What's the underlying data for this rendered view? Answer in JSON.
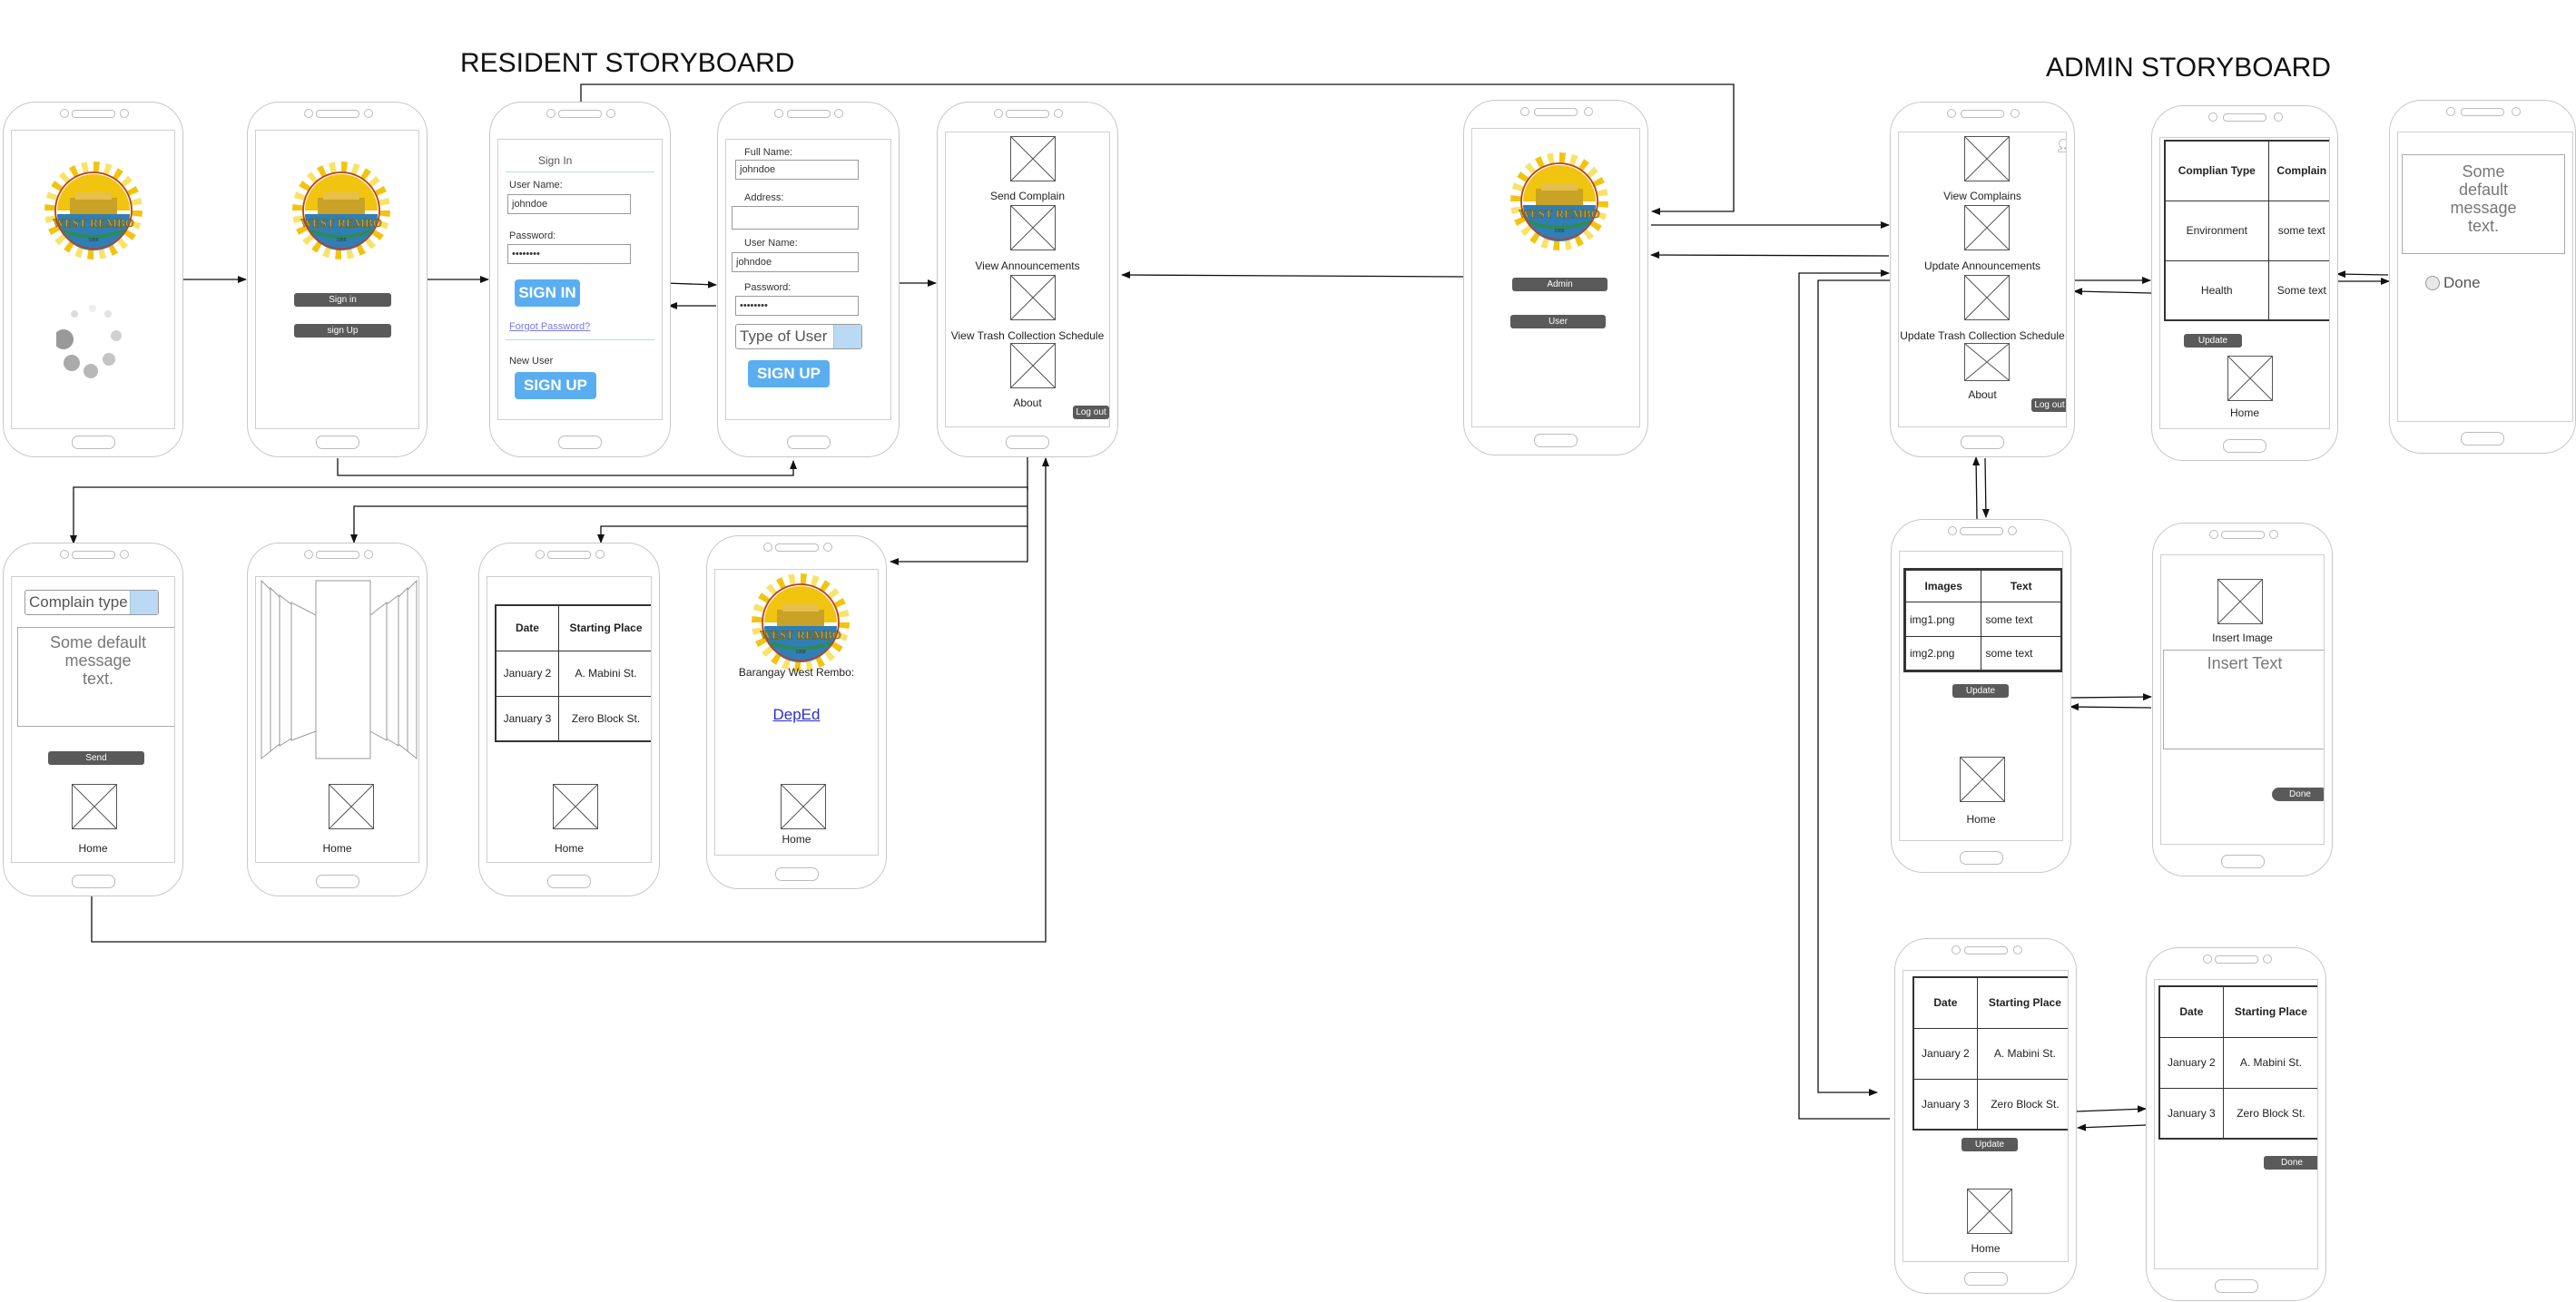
{
  "titles": {
    "resident": "RESIDENT STORYBOARD",
    "admin": "ADMIN STORYBOARD"
  },
  "logo": {
    "text": "WEST REMBO",
    "year": "1958",
    "colors": {
      "sun": "#f1c40f",
      "ring": "#f7e36a",
      "blue": "#2f7fb5",
      "gold": "#c9a227",
      "green": "#2e8b57",
      "red": "#c0392b"
    }
  },
  "resident": {
    "splash": {},
    "start": {
      "signin": "Sign in",
      "signup": "sign Up"
    },
    "signin": {
      "title": "Sign In",
      "user_label": "User Name:",
      "user_value": "johndoe",
      "pass_label": "Password:",
      "pass_value": "••••••••",
      "button": "SIGN IN",
      "forgot": "Forgot Password?",
      "new_user": "New User",
      "signup_button": "SIGN UP"
    },
    "signup": {
      "fullname_label": "Full Name:",
      "fullname_value": "johndoe",
      "address_label": "Address:",
      "user_label": "User Name:",
      "user_value": "johndoe",
      "pass_label": "Password:",
      "pass_value": "••••••••",
      "type_select": "Type of User",
      "button": "SIGN UP"
    },
    "menu": {
      "items": [
        "Send Complain",
        "View Announcements",
        "View Trash Collection Schedule",
        "About"
      ],
      "logout": "Log out"
    },
    "complain": {
      "select": "Complain type",
      "message": "Some default message text.",
      "send": "Send",
      "home": "Home"
    },
    "announcements": {
      "home": "Home"
    },
    "schedule": {
      "headers": [
        "Date",
        "Starting Place"
      ],
      "rows": [
        [
          "January 2",
          "A. Mabini St."
        ],
        [
          "January 3",
          "Zero Block St."
        ]
      ],
      "home": "Home"
    },
    "about": {
      "barangay": "Barangay West Rembo:",
      "link": "DepEd",
      "home": "Home"
    }
  },
  "admin": {
    "role": {
      "admin": "Admin",
      "user": "User"
    },
    "menu": {
      "items": [
        "View Complains",
        "Update Announcements",
        "Update Trash Collection Schedule",
        "About"
      ],
      "logout": "Log out"
    },
    "complains": {
      "headers": [
        "Complian Type",
        "Complain"
      ],
      "rows": [
        [
          "Environment",
          "some text"
        ],
        [
          "Health",
          "Some text"
        ]
      ],
      "update": "Update",
      "home": "Home"
    },
    "reply": {
      "message": "Some default message text.",
      "done": "Done"
    },
    "announce_list": {
      "headers": [
        "Images",
        "Text"
      ],
      "rows": [
        [
          "img1.png",
          "some text"
        ],
        [
          "img2.png",
          "some text"
        ]
      ],
      "update": "Update",
      "home": "Home"
    },
    "announce_edit": {
      "insert_image": "Insert Image",
      "insert_text": "Insert Text",
      "done": "Done"
    },
    "schedule_list": {
      "headers": [
        "Date",
        "Starting Place"
      ],
      "rows": [
        [
          "January 2",
          "A. Mabini St."
        ],
        [
          "January 3",
          "Zero Block St."
        ]
      ],
      "update": "Update",
      "home": "Home"
    },
    "schedule_edit": {
      "headers": [
        "Date",
        "Starting Place"
      ],
      "rows": [
        [
          "January 2",
          "A. Mabini St."
        ],
        [
          "January 3",
          "Zero Block St."
        ]
      ],
      "done": "Done"
    }
  }
}
